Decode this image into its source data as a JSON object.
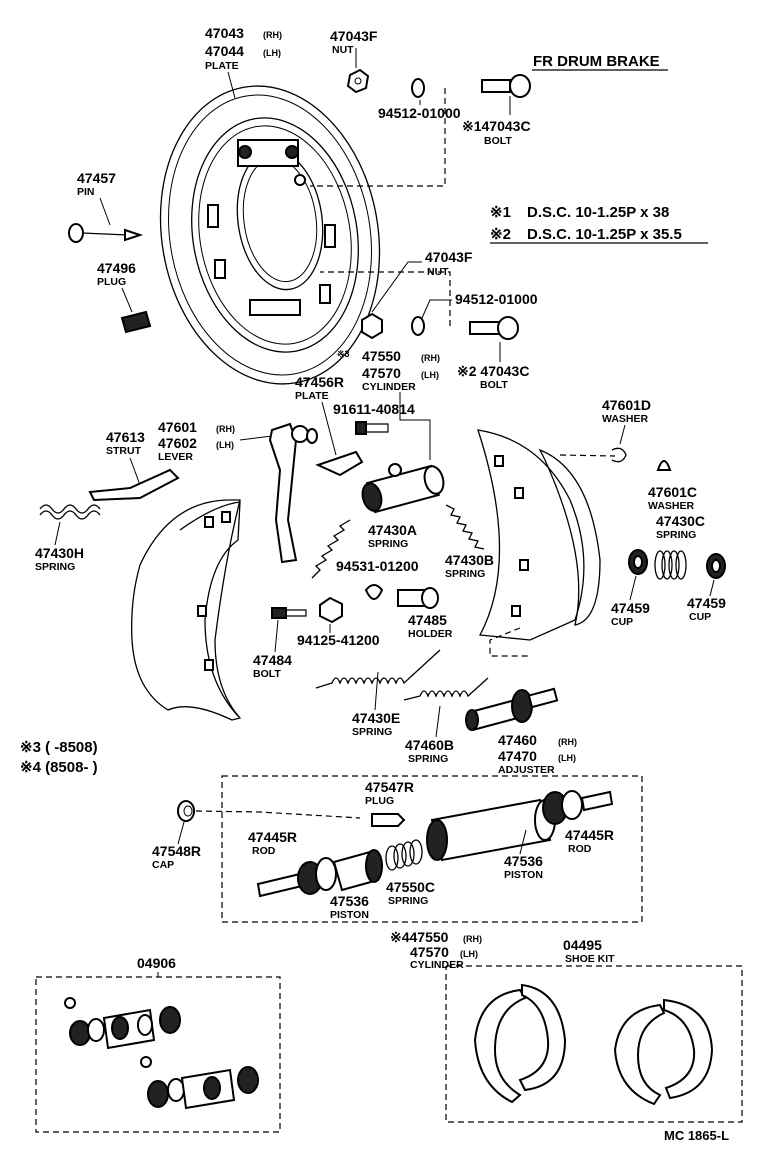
{
  "title": "FR DRUM BRAKE",
  "notes": {
    "n1_mark": "※1",
    "n1_text": "D.S.C.  10-1.25P x 38",
    "n2_mark": "※2",
    "n2_text": "D.S.C.  10-1.25P x 35.5",
    "n3": "※3 (        -8508)",
    "n4": "※4 (8508-        )"
  },
  "labels": {
    "plate_pn1": "47043",
    "plate_rh": "(RH)",
    "plate_pn2": "47044",
    "plate_lh": "(LH)",
    "plate_name": "PLATE",
    "nut_top_pn": "47043F",
    "nut_top_name": "NUT",
    "washer_top_pn": "94512-01000",
    "bolt_top_pn": "※147043C",
    "bolt_top_name": "BOLT",
    "pin_pn": "47457",
    "pin_name": "PIN",
    "plug_pn": "47496",
    "plug_name": "PLUG",
    "nut_mid_pn": "47043F",
    "nut_mid_name": "NUT",
    "washer_mid_pn": "94512-01000",
    "cyl_mark": "※3",
    "cyl_pn1": "47550",
    "cyl_rh": "(RH)",
    "cyl_pn2": "47570",
    "cyl_lh": "(LH)",
    "cyl_name": "CYLINDER",
    "bolt_mid_pn": "※2 47043C",
    "bolt_mid_name": "BOLT",
    "plate2_pn": "47456R",
    "plate2_name": "PLATE",
    "screw_pn": "91611-40814",
    "lever_pn1": "47601",
    "lever_rh": "(RH)",
    "lever_pn2": "47602",
    "lever_lh": "(LH)",
    "lever_name": "LEVER",
    "strut_pn": "47613",
    "strut_name": "STRUT",
    "washer_d_pn": "47601D",
    "washer_d_name": "WASHER",
    "washer_c_pn": "47601C",
    "washer_c_name": "WASHER",
    "spring_h_pn": "47430H",
    "spring_h_name": "SPRING",
    "spring_a_pn": "47430A",
    "spring_a_name": "SPRING",
    "spring_b_pn": "47430B",
    "spring_b_name": "SPRING",
    "spring_c_pn": "47430C",
    "spring_c_name": "SPRING",
    "clip_pn": "94531-01200",
    "holder_pn": "47485",
    "holder_name": "HOLDER",
    "cup_l_pn": "47459",
    "cup_l_name": "CUP",
    "cup_r_pn": "47459",
    "cup_r_name": "CUP",
    "nut2_pn": "94125-41200",
    "bolt_low_pn": "47484",
    "bolt_low_name": "BOLT",
    "spring_e_pn": "47430E",
    "spring_e_name": "SPRING",
    "spring_60b_pn": "47460B",
    "spring_60b_name": "SPRING",
    "adj_pn1": "47460",
    "adj_rh": "(RH)",
    "adj_pn2": "47470",
    "adj_lh": "(LH)",
    "adj_name": "ADJUSTER",
    "plug2_pn": "47547R",
    "plug2_name": "PLUG",
    "cap_pn": "47548R",
    "cap_name": "CAP",
    "rod_l_pn": "47445R",
    "rod_l_name": "ROD",
    "rod_r_pn": "47445R",
    "rod_r_name": "ROD",
    "piston_l_pn": "47536",
    "piston_l_name": "PISTON",
    "piston_r_pn": "47536",
    "piston_r_name": "PISTON",
    "spring_50c_pn": "47550C",
    "spring_50c_name": "SPRING",
    "cyl2_pn1": "※447550",
    "cyl2_rh": "(RH)",
    "cyl2_pn2": "47570",
    "cyl2_lh": "(LH)",
    "cyl2_name": "CYLINDER",
    "kit_l_pn": "04906",
    "kit_r_pn": "04495",
    "kit_r_name": "SHOE KIT",
    "code": "MC 1865-L"
  }
}
